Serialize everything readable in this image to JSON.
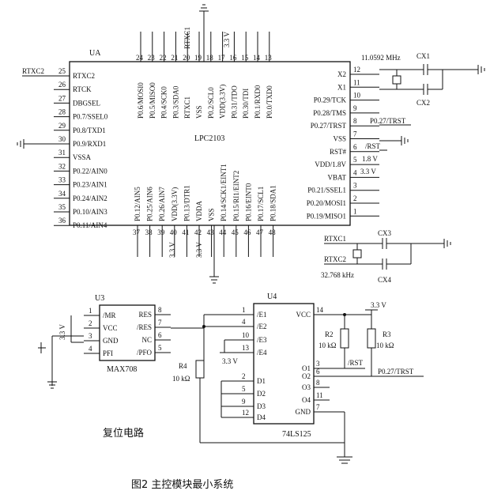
{
  "caption": "图2  主控模块最小系统",
  "reset_label": "复位电路",
  "ua": {
    "ref": "UA",
    "part": "LPC2103",
    "left_pins": [
      {
        "num": "25",
        "name": "RTXC2"
      },
      {
        "num": "26",
        "name": "RTCK"
      },
      {
        "num": "27",
        "name": "DBGSEL"
      },
      {
        "num": "28",
        "name": "P0.7/SSEL0"
      },
      {
        "num": "29",
        "name": "P0.8/TXD1"
      },
      {
        "num": "30",
        "name": "P0.9/RXD1"
      },
      {
        "num": "31",
        "name": "VSSA"
      },
      {
        "num": "32",
        "name": "P0.22/AIN0"
      },
      {
        "num": "33",
        "name": "P0.23/AIN1"
      },
      {
        "num": "34",
        "name": "P0.24/AIN2"
      },
      {
        "num": "35",
        "name": "P0.10/AIN3"
      },
      {
        "num": "36",
        "name": "P0.11/AIN4"
      }
    ],
    "right_pins": [
      {
        "num": "12",
        "name": "X2"
      },
      {
        "num": "11",
        "name": "X1"
      },
      {
        "num": "10",
        "name": "P0.29/TCK"
      },
      {
        "num": "9",
        "name": "P0.28/TMS"
      },
      {
        "num": "8",
        "name": "P0.27/TRST"
      },
      {
        "num": "7",
        "name": "VSS"
      },
      {
        "num": "6",
        "name": "RST#"
      },
      {
        "num": "5",
        "name": "VDD/1.8V"
      },
      {
        "num": "4",
        "name": "VBAT"
      },
      {
        "num": "3",
        "name": "P0.21/SSEL1"
      },
      {
        "num": "2",
        "name": "P0.20/MOSI1"
      },
      {
        "num": "1",
        "name": "P0.19/MISO1"
      }
    ],
    "top_pins": [
      {
        "num": "24",
        "name": "P0.6/MOSI0"
      },
      {
        "num": "23",
        "name": "P0.5/MISO0"
      },
      {
        "num": "22",
        "name": "P0.4/SCK0"
      },
      {
        "num": "21",
        "name": "P0.3/SDA0"
      },
      {
        "num": "20",
        "name": "RTXC1"
      },
      {
        "num": "19",
        "name": "VSS"
      },
      {
        "num": "18",
        "name": "P0.2/SCL0"
      },
      {
        "num": "17",
        "name": "VDD(3.3V)"
      },
      {
        "num": "16",
        "name": "P0.31/TDO"
      },
      {
        "num": "15",
        "name": "P0.30/TDI"
      },
      {
        "num": "14",
        "name": "P0.1/RXD0"
      },
      {
        "num": "13",
        "name": "P0.0/TXD0"
      }
    ],
    "bottom_pins": [
      {
        "num": "37",
        "name": "P0.12/AIN5"
      },
      {
        "num": "38",
        "name": "P0.25/AIN6"
      },
      {
        "num": "39",
        "name": "P0.26/AIN7"
      },
      {
        "num": "40",
        "name": "VDD(3.3V)"
      },
      {
        "num": "41",
        "name": "P0.13/DTR1"
      },
      {
        "num": "42",
        "name": "VDDA"
      },
      {
        "num": "43",
        "name": "VSS"
      },
      {
        "num": "44",
        "name": "P0.14/SCK1/EINT1"
      },
      {
        "num": "45",
        "name": "P0.15/RI1/EINT2"
      },
      {
        "num": "46",
        "name": "P0.16/EINT0"
      },
      {
        "num": "47",
        "name": "P0.17/SCL1"
      },
      {
        "num": "48",
        "name": "P0.18/SDA1"
      }
    ],
    "net_left_rtxc2": "RTXC2",
    "net_top_rtxc1": "RTXC1",
    "net_top_33v": "3.3 V",
    "net_bottom_33v_a": "3.3 V",
    "net_bottom_33v_b": "3.3 V",
    "net_trst": "P0.27/TRST",
    "net_rst": "/RST",
    "net_18v": "1.8 V",
    "net_33v_vbat": "3.3 V"
  },
  "crystal1": {
    "freq": "11.0592 MHz",
    "cap_a": "CX1",
    "cap_b": "CX2"
  },
  "crystal2": {
    "freq": "32.768 kHz",
    "cap_a": "CX3",
    "cap_b": "CX4",
    "net_a": "RTXC1",
    "net_b": "RTXC2"
  },
  "u3": {
    "ref": "U3",
    "part": "MAX708",
    "left_pins": [
      {
        "num": "1",
        "name": "/MR"
      },
      {
        "num": "2",
        "name": "VCC"
      },
      {
        "num": "3",
        "name": "GND"
      },
      {
        "num": "4",
        "name": "PFI"
      }
    ],
    "right_pins": [
      {
        "num": "8",
        "name": "RES"
      },
      {
        "num": "7",
        "name": "/RES"
      },
      {
        "num": "6",
        "name": "NC"
      },
      {
        "num": "5",
        "name": "/PFO"
      }
    ],
    "supply": "3.3 V"
  },
  "r4": {
    "ref": "R4",
    "value": "10 kΩ"
  },
  "u4": {
    "ref": "U4",
    "part": "74LS125",
    "left_pins": [
      {
        "num": "1",
        "name": "/E1"
      },
      {
        "num": "4",
        "name": "/E2"
      },
      {
        "num": "10",
        "name": "/E3"
      },
      {
        "num": "13",
        "name": "/E4"
      },
      {
        "num": "2",
        "name": "D1"
      },
      {
        "num": "5",
        "name": "D2"
      },
      {
        "num": "9",
        "name": "D3"
      },
      {
        "num": "12",
        "name": "D4"
      }
    ],
    "right_pins": [
      {
        "num": "14",
        "name": "VCC"
      },
      {
        "num": "3",
        "name": "O1"
      },
      {
        "num": "6",
        "name": "O2"
      },
      {
        "num": "8",
        "name": "O3"
      },
      {
        "num": "11",
        "name": "O4"
      },
      {
        "num": "7",
        "name": "GND"
      }
    ],
    "supply_e": "3.3 V",
    "supply_vcc": "3.3 V"
  },
  "r2": {
    "ref": "R2",
    "value": "10 kΩ"
  },
  "r3": {
    "ref": "R3",
    "value": "10 kΩ"
  },
  "out_rst": "/RST",
  "out_trst": "P0.27/TRST"
}
